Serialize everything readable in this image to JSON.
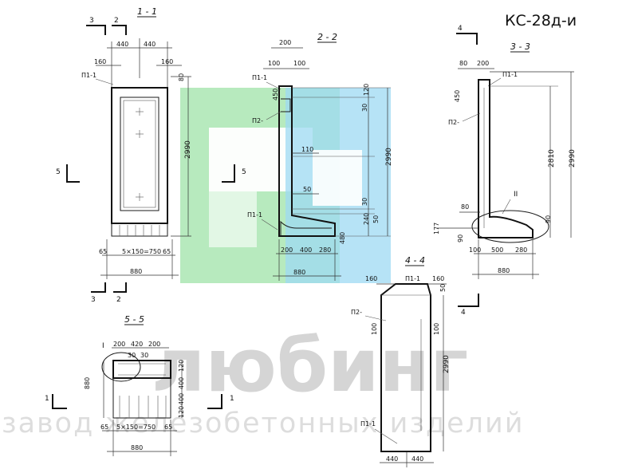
{
  "product_code": "КС-28д-и",
  "watermark": {
    "brand": "любинг",
    "tagline": "завод железобетонных изделий",
    "colors": {
      "green": "#9fe3a8",
      "blue": "#9dd9f3"
    }
  },
  "section_1_1": {
    "title": "1 - 1",
    "cut_marks": [
      "3",
      "2",
      "3",
      "2"
    ],
    "dims": {
      "half_width_left": "440",
      "half_width_right": "440",
      "rib_left": "160",
      "rib_right": "160",
      "top_offset": "80",
      "height": "2990",
      "bottom_edge": "65",
      "bottom_spacing": "5×150=750",
      "bottom_right": "65",
      "width": "880"
    },
    "label_p11": "П1-1",
    "section_mark": "5"
  },
  "section_2_2": {
    "title": "2 - 2",
    "section_mark": "5",
    "dims": {
      "top_width": "200",
      "top_left": "100",
      "top_right": "100",
      "upper_450": "450",
      "d120": "120",
      "d30_upper": "30",
      "thickness_110": "110",
      "d50": "50",
      "height": "2990",
      "d30_lower": "30",
      "d240": "240",
      "d50_lower": "50",
      "d480": "480",
      "base_200": "200",
      "base_400": "400",
      "base_280": "280",
      "width": "880"
    },
    "label_p11_top": "П1-1",
    "label_p2": "П2-",
    "label_p11_bottom": "П1-1"
  },
  "section_3_3": {
    "title": "3 - 3",
    "cut_mark_top": "4",
    "cut_mark_bottom": "4",
    "dims": {
      "top_80": "80",
      "top_200": "200",
      "upper_450": "450",
      "height_2810": "2810",
      "height_2990": "2990",
      "d80": "80",
      "d90_right": "90",
      "d177": "177",
      "d90_left": "90",
      "base_100": "100",
      "base_500": "500",
      "base_280": "280",
      "width": "880"
    },
    "label_p11": "П1-1",
    "label_p2": "П2-",
    "node_mark": "II"
  },
  "section_4_4": {
    "title": "4 - 4",
    "dims": {
      "top_160_left": "160",
      "top_160_right": "160",
      "d50": "50",
      "d100_left": "100",
      "d100_right": "100",
      "height": "2990",
      "bottom_left": "440",
      "bottom_right": "440"
    },
    "label_p11_top": "П1-1",
    "label_p2": "П2-",
    "label_p11_bottom": "П1-1"
  },
  "section_5_5": {
    "title": "5 - 5",
    "node_mark": "I",
    "dims": {
      "top_200_left": "200",
      "top_420": "420",
      "top_200_right": "200",
      "d30_a": "30",
      "d30_b": "30",
      "d120": "120",
      "d400_a": "400",
      "d400_b": "400",
      "d120_lower": "120",
      "height_880": "880",
      "bottom_65_left": "65",
      "bottom_spacing": "5×150=750",
      "bottom_65_right": "65",
      "width": "880"
    },
    "cut_marks": [
      "1",
      "1"
    ]
  }
}
